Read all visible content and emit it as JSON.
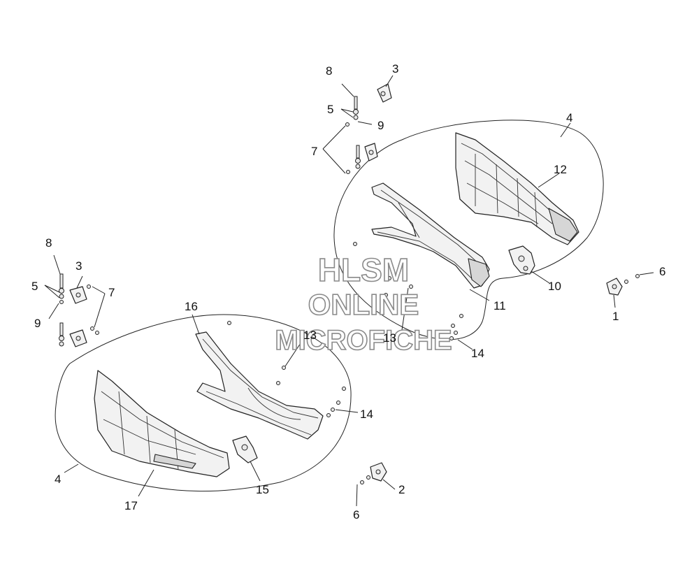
{
  "watermark": {
    "line1": "HLSM",
    "line2": "ONLINE",
    "line3": "MICROFICHE"
  },
  "callouts": {
    "c1": "1",
    "c2": "2",
    "c3_left": "3",
    "c3_right": "3",
    "c4_left": "4",
    "c4_right": "4",
    "c5_left": "5",
    "c5_right": "5",
    "c6_right": "6",
    "c6_bottom": "6",
    "c7_left": "7",
    "c7_right": "7",
    "c8_left": "8",
    "c8_right": "8",
    "c9_left": "9",
    "c9_right": "9",
    "c10": "10",
    "c11": "11",
    "c12": "12",
    "c13_left": "13",
    "c13_right": "13",
    "c14_left": "14",
    "c14_right": "14",
    "c15": "15",
    "c16": "16",
    "c17": "17"
  }
}
